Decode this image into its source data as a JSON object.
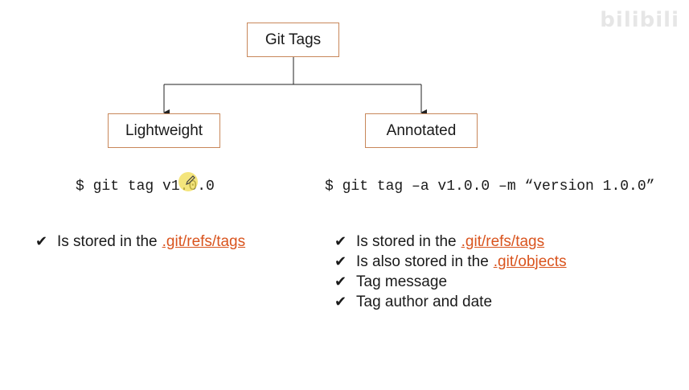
{
  "diagram": {
    "root": "Git Tags",
    "left": {
      "label": "Lightweight",
      "command": "$ git tag v1.0.0",
      "points": [
        {
          "text": "Is stored in the",
          "link": ".git/refs/tags"
        }
      ]
    },
    "right": {
      "label": "Annotated",
      "command": "$ git tag –a v1.0.0 –m “version 1.0.0”",
      "points": [
        {
          "text": "Is stored in the",
          "link": ".git/refs/tags"
        },
        {
          "text": "Is also stored in the",
          "link": ".git/objects"
        },
        {
          "text": "Tag message",
          "link": ""
        },
        {
          "text": "Tag author and date",
          "link": ""
        }
      ]
    },
    "check_glyph": "✔"
  },
  "watermark": "bilibili",
  "colors": {
    "box_border": "#c8875a",
    "link": "#d9541e",
    "cursor_highlight": "#f0dc50"
  }
}
